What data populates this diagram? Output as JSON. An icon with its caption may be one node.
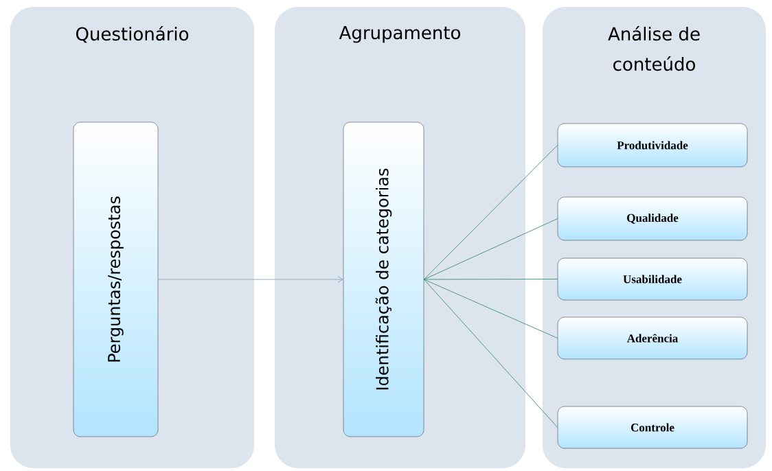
{
  "diagram": {
    "nodes": [
      {
        "text": [
          "Questionário"
        ]
      },
      {
        "text": [
          "Perguntas/respostas"
        ],
        "in": 0
      },
      {
        "text": [
          "Agrupamento"
        ]
      },
      {
        "text": [
          "Identificação de categorias"
        ],
        "in": 2
      },
      {
        "text": [
          "Análise de conteúdo"
        ]
      },
      {
        "text": [
          "Produtividade"
        ],
        "in": 4
      },
      {
        "text": [
          "Qualidade"
        ],
        "in": 4
      },
      {
        "text": [
          "Usabilidade"
        ],
        "in": 4
      },
      {
        "text": [
          "Aderência"
        ],
        "in": 4
      },
      {
        "text": [
          "Controle"
        ],
        "in": 4
      }
    ],
    "edges": [
      {
        "from": 1,
        "to": 3,
        "arrow": "to",
        "color": "#7fa6c8"
      },
      {
        "from": 3,
        "to": 5,
        "arrow": "none",
        "color": "#3d8c7a"
      },
      {
        "from": 3,
        "to": 6,
        "arrow": "none",
        "color": "#3d8c7a"
      },
      {
        "from": 3,
        "to": 7,
        "arrow": "none",
        "color": "#3d8c7a"
      },
      {
        "from": 3,
        "to": 8,
        "arrow": "none",
        "color": "#3d8c7a"
      },
      {
        "from": 3,
        "to": 9,
        "arrow": "none",
        "color": "#3d8c7a"
      }
    ]
  }
}
